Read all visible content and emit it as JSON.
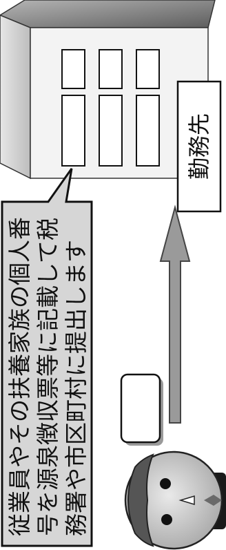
{
  "workplace": {
    "label": "勤務先"
  },
  "bubble": {
    "lines": [
      "従業員やその扶養家族の個人番",
      "号を源泉徴収票等に記載して税",
      "務署や市区町村に提出します"
    ]
  },
  "icons": {
    "building": "building-icon",
    "document": "document-icon",
    "person": "person-icon",
    "arrow": "up-arrow-icon"
  },
  "colors": {
    "bubble_fill": "#d6d6d6",
    "arrow_fill": "#9a9a9a",
    "building_front": "#f3f3f3",
    "building_side": "#c8c8c8",
    "building_roof": "#8c8c8c"
  }
}
